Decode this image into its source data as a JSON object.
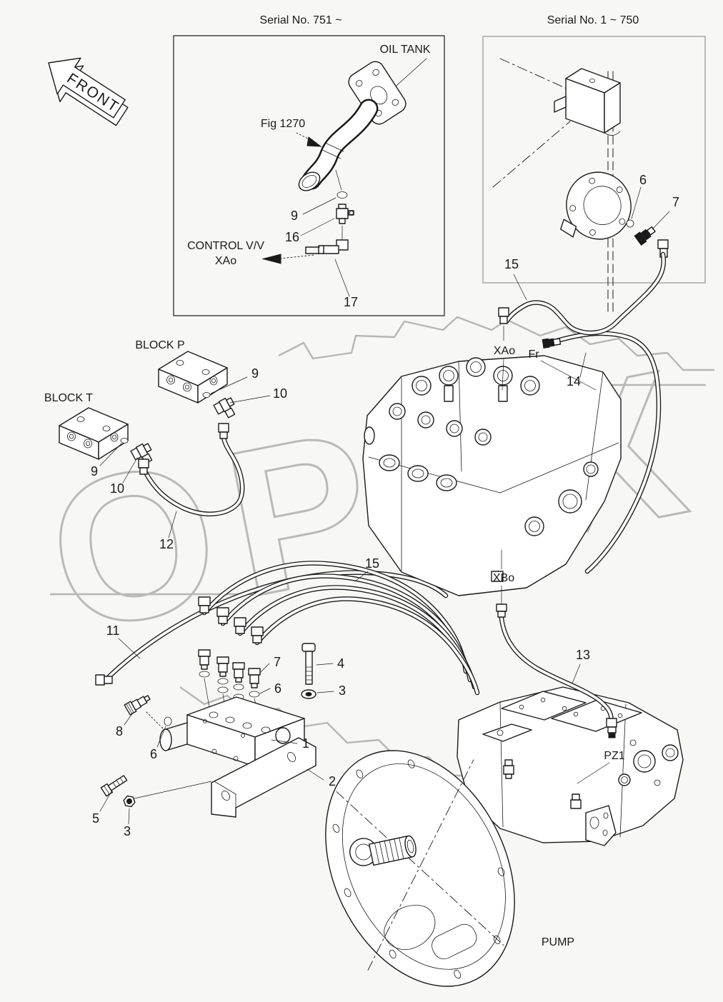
{
  "page": {
    "background": "#f7f7f5",
    "ink": "#1a1a1a",
    "watermark_color": "#b6b6b6",
    "watermark_text": "OPEX"
  },
  "front_arrow": {
    "label": "FRONT"
  },
  "inset_serial_new": {
    "title": "Serial No. 751 ~",
    "oil_tank": "OIL TANK",
    "fig_ref": "Fig 1270",
    "control_valve_line1": "CONTROL V/V",
    "control_valve_line2": "XAo",
    "callouts": {
      "oring": "9",
      "fitting": "16",
      "elbow": "17"
    }
  },
  "inset_serial_old": {
    "title": "Serial No. 1 ~ 750",
    "callouts": {
      "oring": "6",
      "fitting": "7",
      "hose": "15"
    }
  },
  "labels": {
    "block_p": "BLOCK P",
    "block_t": "BLOCK T",
    "xao": "XAo",
    "fr": "Fr",
    "xbo": "XBo",
    "pz1": "PZ1",
    "pump": "PUMP"
  },
  "callouts": {
    "c9_block_p": "9",
    "c10_block_p": "10",
    "c9_block_t": "9",
    "c10_block_t": "10",
    "c12": "12",
    "c15_hose_bundle": "15",
    "c14": "14",
    "c11": "11",
    "c7_fitting": "7",
    "c4_bolt": "4",
    "c3_washer": "3",
    "c6_oring_top": "6",
    "c8_fitting": "8",
    "c6_oring_left": "6",
    "c1_manifold": "1",
    "c2_bracket": "2",
    "c5_bolt": "5",
    "c3_nut": "3",
    "c13": "13"
  }
}
